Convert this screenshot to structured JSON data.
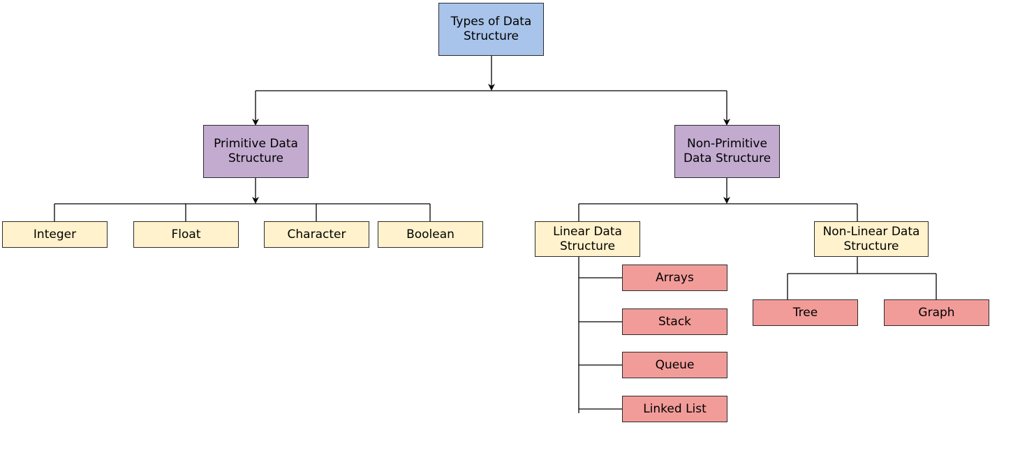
{
  "colors": {
    "root": "#a9c4eb",
    "category": "#c3abd0",
    "leaf": "#fff2cc",
    "linear_item": "#f19c99",
    "line": "#000000"
  },
  "root": {
    "label": "Types of Data\nStructure"
  },
  "primitive": {
    "label": "Primitive Data\nStructure",
    "children": [
      "Integer",
      "Float",
      "Character",
      "Boolean"
    ]
  },
  "non_primitive": {
    "label": "Non-Primitive\nData Structure",
    "linear": {
      "label": "Linear Data\nStructure",
      "children": [
        "Arrays",
        "Stack",
        "Queue",
        "Linked List"
      ]
    },
    "non_linear": {
      "label": "Non-Linear Data\nStructure",
      "children": [
        "Tree",
        "Graph"
      ]
    }
  }
}
